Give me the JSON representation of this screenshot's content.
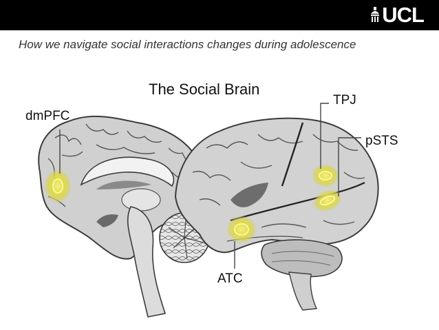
{
  "header": {
    "logo_text": "UCL",
    "bar_color": "#000000"
  },
  "subtitle": "How we navigate social interactions changes during adolescence",
  "diagram": {
    "title": "The Social Brain",
    "regions": [
      {
        "label": "dmPFC",
        "highlight_color": "#e8e04a"
      },
      {
        "label": "TPJ",
        "highlight_color": "#e8e04a"
      },
      {
        "label": "pSTS",
        "highlight_color": "#e8e04a"
      },
      {
        "label": "ATC",
        "highlight_color": "#e8e04a"
      }
    ],
    "brain_fill": "#cfcfcf",
    "brain_outline": "#3a3a3a"
  }
}
